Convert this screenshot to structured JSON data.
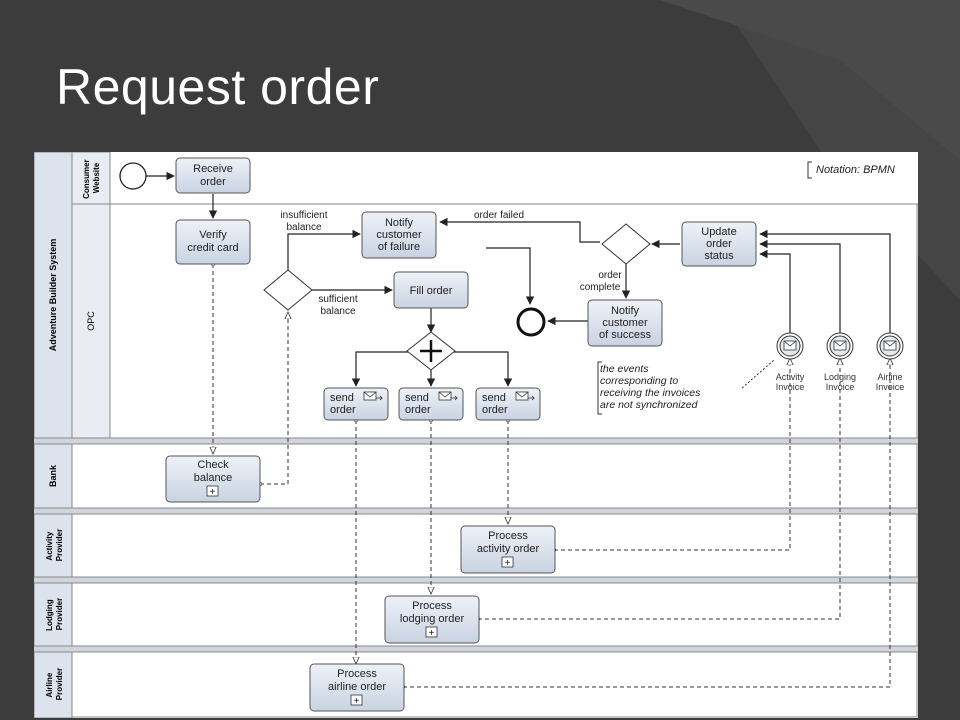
{
  "slide": {
    "title": "Request order"
  },
  "diagram": {
    "notation": "Notation: BPMN",
    "pool": "Adventure Builder System",
    "lanes": {
      "consumer_website": [
        "Consumer",
        "Website"
      ],
      "opc": "OPC",
      "bank": "Bank",
      "activity_provider": [
        "Activity",
        "Provider"
      ],
      "lodging_provider": [
        "Lodging",
        "Provider"
      ],
      "airline_provider": [
        "Airline",
        "Provider"
      ]
    },
    "tasks": {
      "receive_order": [
        "Receive",
        "order"
      ],
      "verify_credit_card": [
        "Verify",
        "credit card"
      ],
      "notify_failure": [
        "Notify",
        "customer",
        "of failure"
      ],
      "fill_order": [
        "Fill order"
      ],
      "update_order_status": [
        "Update",
        "order",
        "status"
      ],
      "notify_success": [
        "Notify",
        "customer",
        "of success"
      ],
      "send_order_1": [
        "send",
        "order"
      ],
      "send_order_2": [
        "send",
        "order"
      ],
      "send_order_3": [
        "send",
        "order"
      ],
      "check_balance": [
        "Check",
        "balance"
      ],
      "process_activity": [
        "Process",
        "activity order"
      ],
      "process_lodging": [
        "Process",
        "lodging order"
      ],
      "process_airline": [
        "Process",
        "airline order"
      ]
    },
    "flow_labels": {
      "insufficient_balance": [
        "insufficient",
        "balance"
      ],
      "sufficient_balance": [
        "sufficient",
        "balance"
      ],
      "order_failed": "order failed",
      "order_complete": [
        "order",
        "complete"
      ]
    },
    "events": {
      "activity_invoice": [
        "Activity",
        "Invoice"
      ],
      "lodging_invoice": [
        "Lodging",
        "Invoice"
      ],
      "airline_invoice": [
        "Airline",
        "Invoice"
      ]
    },
    "annotation": [
      "the events",
      "corresponding to",
      "receiving the invoices",
      "are not synchronized"
    ],
    "subprocess_marker": "+"
  }
}
